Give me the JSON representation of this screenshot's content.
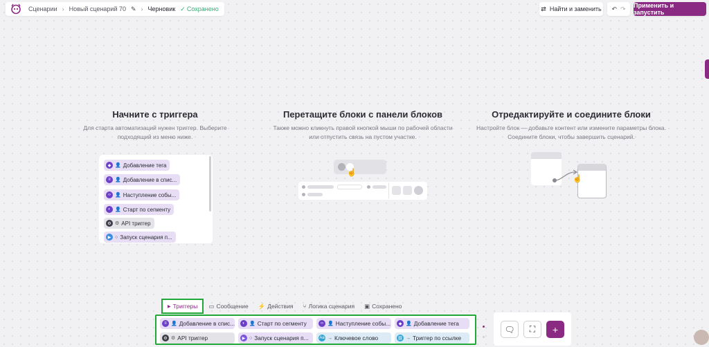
{
  "breadcrumb": {
    "scenarios": "Сценарии",
    "scenario_name": "Новый сценарий 70",
    "status": "Черновик",
    "saved": "Сохранено"
  },
  "toolbar": {
    "find_replace": "Найти и заменить",
    "apply_run": "Применить и запустить"
  },
  "onboarding": [
    {
      "title": "Начните с триггера",
      "text": "Для старта автоматизаций нужен триггер. Выберите подходящий из меню ниже."
    },
    {
      "title": "Перетащите блоки с панели блоков",
      "text": "Также можно кликнуть правой кнопкой мыши по рабочей области или отпустить связь на пустом участке."
    },
    {
      "title": "Отредактируйте и соедините блоки",
      "text": "Настройте блок — добавьте контент или измените параметры блока. Соедините блоки, чтобы завершить сценарий."
    }
  ],
  "illustration_triggers": [
    {
      "label": "Добавление тега",
      "icon": "tag-icon",
      "color": "purple"
    },
    {
      "label": "Добавление в спис...",
      "icon": "list-icon",
      "color": "purple"
    },
    {
      "label": "Наступление собы...",
      "icon": "code-icon",
      "color": "purple"
    },
    {
      "label": "Старт по сегменту",
      "icon": "segment-icon",
      "color": "purple"
    },
    {
      "label": "API триггер",
      "icon": "api-icon",
      "color": "grey"
    },
    {
      "label": "Запуск сценария п...",
      "icon": "play-icon",
      "color": "purple"
    }
  ],
  "palette_tabs": [
    {
      "label": "Триггеры",
      "icon": "triangle-icon",
      "active": true
    },
    {
      "label": "Сообщение",
      "icon": "message-icon",
      "active": false
    },
    {
      "label": "Действия",
      "icon": "bolt-icon",
      "active": false
    },
    {
      "label": "Логика сценария",
      "icon": "branch-icon",
      "active": false
    },
    {
      "label": "Сохранено",
      "icon": "save-icon",
      "active": false
    }
  ],
  "palette_items": [
    {
      "label": "Добавление в спис...",
      "icon": "list-icon",
      "color": "purple"
    },
    {
      "label": "Старт по сегменту",
      "icon": "segment-icon",
      "color": "purple"
    },
    {
      "label": "Наступление собы...",
      "icon": "code-icon",
      "color": "purple"
    },
    {
      "label": "Добавление тега",
      "icon": "tag-icon",
      "color": "purple"
    },
    {
      "label": "API триггер",
      "icon": "api-icon",
      "color": "grey"
    },
    {
      "label": "Запуск сценария п...",
      "icon": "play-icon",
      "color": "purple"
    },
    {
      "label": "Ключевое слово",
      "icon": "keyword-icon",
      "color": "blue"
    },
    {
      "label": "Триггер по ссылке",
      "icon": "link-icon",
      "color": "blue"
    }
  ],
  "colors": {
    "accent": "#8b2a82",
    "highlight": "#1fa838",
    "saved": "#3aa876"
  }
}
